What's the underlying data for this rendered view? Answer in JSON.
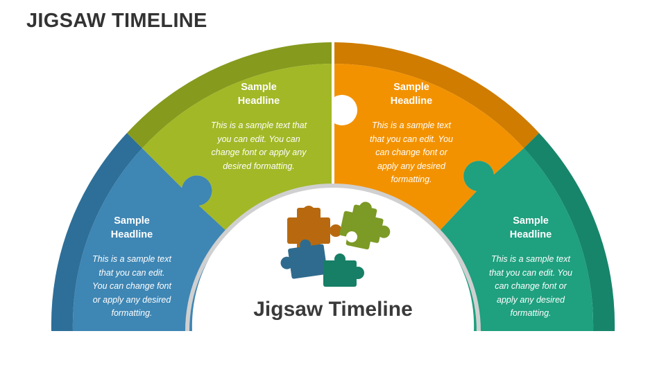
{
  "title": "JIGSAW TIMELINE",
  "center_label": "Jigsaw Timeline",
  "segments": [
    {
      "headline": "Sample\nHeadline",
      "text": "This is a sample text\nthat you can edit.\nYou can change font\nor apply any desired\nformatting.",
      "color": "#3E86B4",
      "color_dark": "#2D6F98"
    },
    {
      "headline": "Sample\nHeadline",
      "text": "This is a sample text that\nyou can edit. You can\nchange font or apply any\ndesired formatting.",
      "color": "#A2B826",
      "color_dark": "#869A1E"
    },
    {
      "headline": "Sample\nHeadline",
      "text": "This is a sample text\nthat you can edit. You\ncan change font or\napply any desired\nformatting.",
      "color": "#F39200",
      "color_dark": "#CF7C00"
    },
    {
      "headline": "Sample\nHeadline",
      "text": "This is a sample text\nthat you can edit. You\ncan change font or\napply any desired\nformatting.",
      "color": "#1FA07F",
      "color_dark": "#17856A"
    }
  ],
  "icon_colors": {
    "orange_piece": "#B8690F",
    "green_piece": "#7C9A26",
    "blue_piece": "#2F6B8E",
    "teal_piece": "#167F66"
  }
}
